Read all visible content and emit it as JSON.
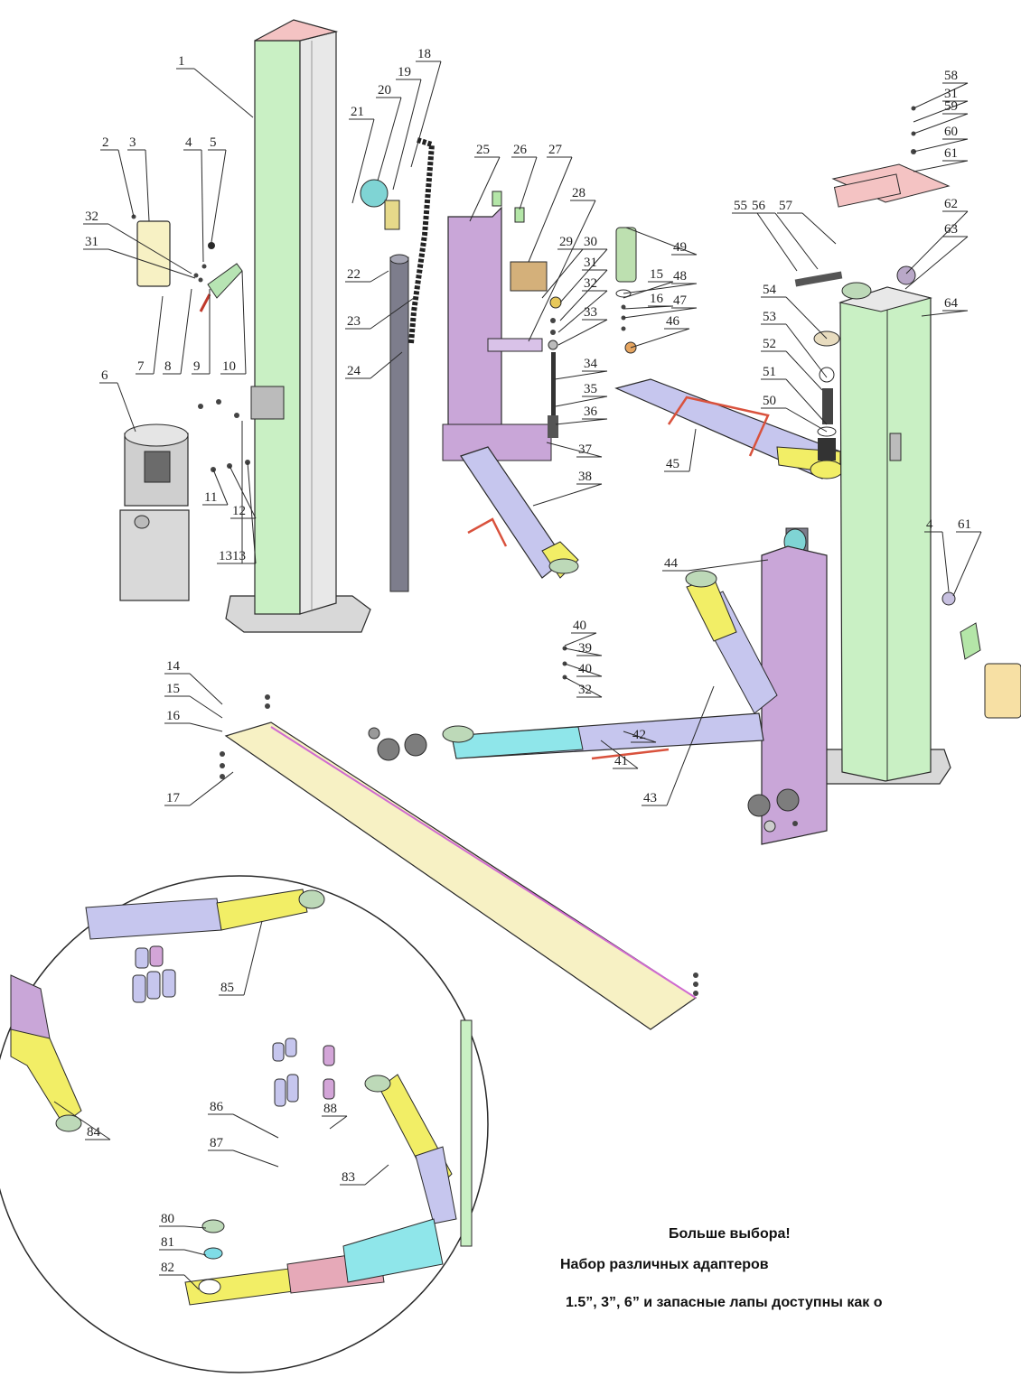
{
  "diagram": {
    "main_callouts": [
      "1",
      "2",
      "3",
      "4",
      "5",
      "6",
      "7",
      "8",
      "9",
      "10",
      "11",
      "12",
      "13",
      "14",
      "15",
      "16",
      "17",
      "18",
      "19",
      "20",
      "21",
      "22",
      "23",
      "24",
      "25",
      "26",
      "27",
      "28",
      "29",
      "30",
      "31",
      "32",
      "33",
      "34",
      "35",
      "36",
      "37",
      "38",
      "39",
      "40",
      "41",
      "42",
      "43",
      "44",
      "45",
      "46",
      "47",
      "48",
      "49",
      "50",
      "51",
      "52",
      "53",
      "54",
      "55",
      "56",
      "57",
      "58",
      "59",
      "60",
      "61",
      "62",
      "63",
      "64"
    ],
    "repeated_callouts": [
      "32",
      "31",
      "13",
      "15",
      "16",
      "4",
      "61",
      "40",
      "31",
      "32"
    ],
    "inset_callouts": [
      "85",
      "84",
      "86",
      "87",
      "88",
      "83",
      "80",
      "81",
      "82"
    ]
  },
  "notes": {
    "heading": "Больше выбора!",
    "line1": "Набор различных адаптеров",
    "line2": "1.5”, 3”, 6” и запасные лапы доступны как о"
  },
  "colors": {
    "column_green": "#c9f0c4",
    "column_pink": "#f4c3c3",
    "carriage_purple": "#c9a6d8",
    "arm_lavender": "#c6c6ee",
    "arm_yellow": "#f2ee66",
    "arm_cyan": "#8fe6ea",
    "cover_cream": "#f7f1c4",
    "pad_green": "#bdd9b8",
    "motor_gray": "#cfcfcf",
    "hose_red": "#d9523d",
    "base_gray": "#d8d8d8",
    "steel_gray": "#8a8a98",
    "line": "#2a2a2a"
  }
}
